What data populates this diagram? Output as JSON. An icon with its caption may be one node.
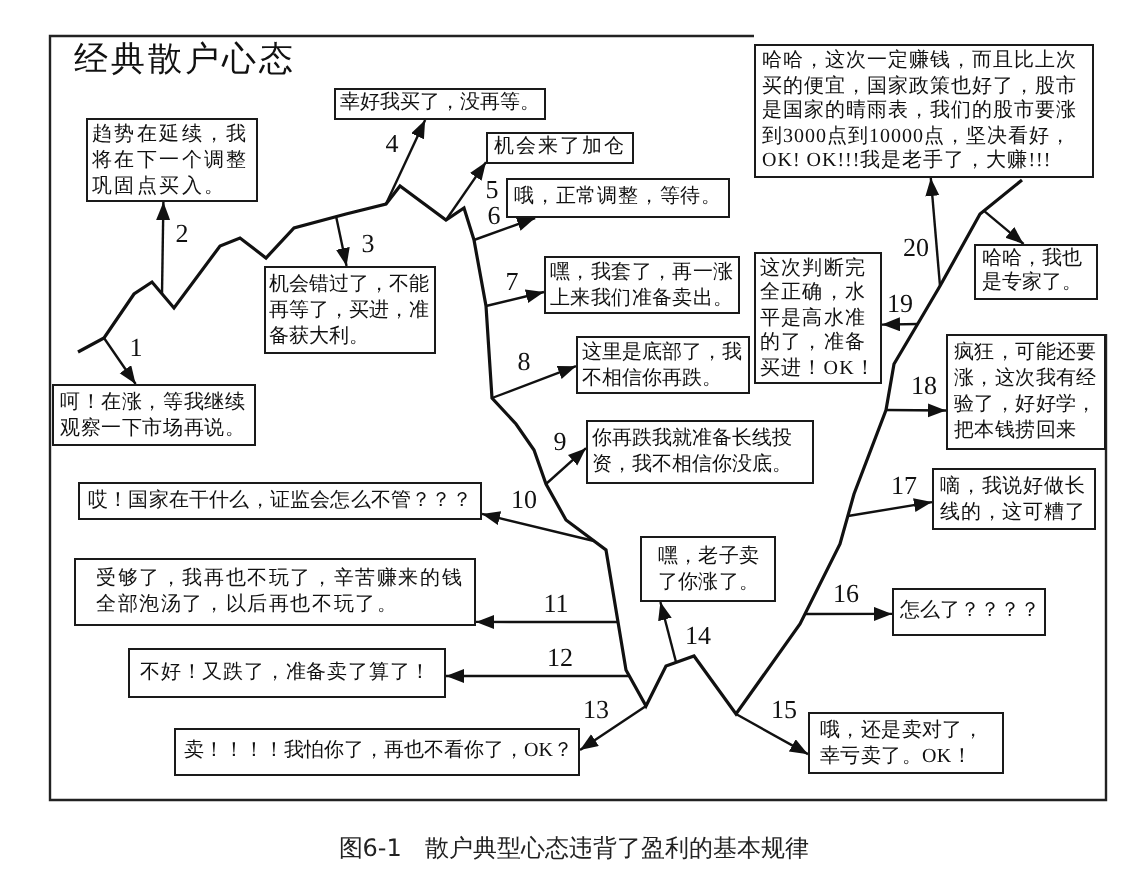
{
  "diagram": {
    "title": "经典散户心态",
    "caption": "图6-1 散户典型心态违背了盈利的基本规律",
    "nodes": [
      {
        "text": [
          "呵！在涨，等我继续观察一下市场再说。"
        ]
      },
      {
        "text": [
          "趋势在延续，我将在下一个调整巩固点买入。"
        ]
      },
      {
        "text": [
          "机会错过了，不能再等了，买进，准备获大利。"
        ]
      },
      {
        "text": [
          "幸好我买了，没再等。"
        ]
      },
      {
        "text": [
          "机会来了加仓"
        ]
      },
      {
        "text": [
          "哦，正常调整，等待。"
        ]
      },
      {
        "text": [
          "嘿，我套了，再一涨上来我们准备卖出。"
        ]
      },
      {
        "text": [
          "这里是底部了，我不相信你再跌。"
        ]
      },
      {
        "text": [
          "你再跌我就准备长线投资，我不相信你没底。"
        ]
      },
      {
        "text": [
          "哎！国家在干什么，证监会怎么不管？？？"
        ]
      },
      {
        "text": [
          "受够了，我再也不玩了，辛苦赚来的钱全部泡汤了，以后再也不玩了。"
        ]
      },
      {
        "text": [
          "不好！又跌了，准备卖了算了！"
        ]
      },
      {
        "text": [
          "卖！！！！我怕你了，再也不看你了，OK？"
        ]
      },
      {
        "text": [
          "嘿，老子卖了你涨了。"
        ]
      },
      {
        "text": [
          "哦，还是卖对了，幸亏卖了。OK！"
        ]
      },
      {
        "text": [
          "怎么了？？？？"
        ]
      },
      {
        "text": [
          "嘀，我说好做长线的，这可糟了"
        ]
      },
      {
        "text": [
          "疯狂，可能还要涨，这次我有经验了，好好学，把本钱捞回来"
        ]
      },
      {
        "text": [
          "这次判断完全正确，水平是高水准的了，准备买进！OK！"
        ]
      },
      {
        "text": [
          "哈哈，这次一定赚钱，而且比上次买的便宜，国家政策也好了，股市是国家的晴雨表，我们的股市要涨到3000点到10000点，坚决看好，OK! OK!!!我是老手了，大赚!!!"
        ]
      },
      {
        "text": [
          "哈哈，我也是专家了。"
        ]
      }
    ],
    "edges": [
      {
        "from": null,
        "to": 0,
        "arrow": "to",
        "label": "1"
      },
      {
        "from": null,
        "to": 1,
        "arrow": "to",
        "label": "2"
      },
      {
        "from": null,
        "to": 2,
        "arrow": "to",
        "label": "3"
      },
      {
        "from": null,
        "to": 3,
        "arrow": "to",
        "label": "4"
      },
      {
        "from": null,
        "to": 4,
        "arrow": "to",
        "label": "5"
      },
      {
        "from": null,
        "to": 5,
        "arrow": "to",
        "label": "6"
      },
      {
        "from": null,
        "to": 6,
        "arrow": "to",
        "label": "7"
      },
      {
        "from": null,
        "to": 7,
        "arrow": "to",
        "label": "8"
      },
      {
        "from": null,
        "to": 8,
        "arrow": "to",
        "label": "9"
      },
      {
        "from": null,
        "to": 9,
        "arrow": "to",
        "label": "10"
      },
      {
        "from": null,
        "to": 10,
        "arrow": "to",
        "label": "11"
      },
      {
        "from": null,
        "to": 11,
        "arrow": "to",
        "label": "12"
      },
      {
        "from": null,
        "to": 12,
        "arrow": "to",
        "label": "13"
      },
      {
        "from": null,
        "to": 13,
        "arrow": "to",
        "label": "14"
      },
      {
        "from": null,
        "to": 14,
        "arrow": "to",
        "label": "15"
      },
      {
        "from": null,
        "to": 15,
        "arrow": "to",
        "label": "16"
      },
      {
        "from": null,
        "to": 16,
        "arrow": "to",
        "label": "17"
      },
      {
        "from": null,
        "to": 17,
        "arrow": "to",
        "label": "18"
      },
      {
        "from": null,
        "to": 18,
        "arrow": "to",
        "label": "19"
      },
      {
        "from": null,
        "to": 19,
        "arrow": "to",
        "label": "20"
      },
      {
        "from": null,
        "to": 20,
        "arrow": "to"
      }
    ]
  }
}
